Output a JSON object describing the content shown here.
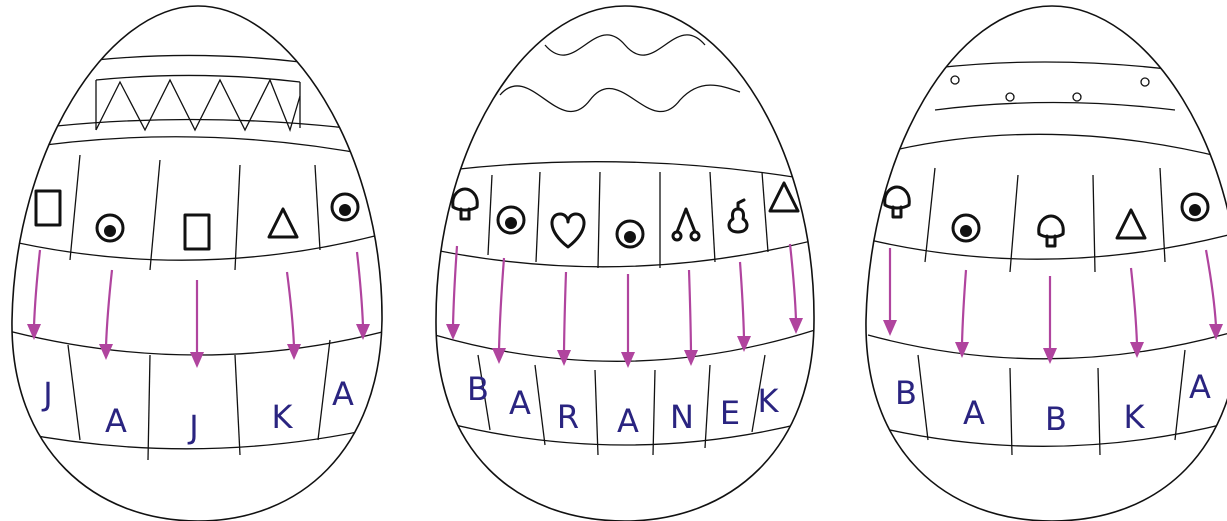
{
  "colors": {
    "outline": "#111111",
    "arrow": "#b0449e",
    "letters": "#2a2480",
    "background": "#ffffff"
  },
  "eggs": [
    {
      "top_decoration": "triangles",
      "symbols": [
        "square",
        "eye-circle",
        "square",
        "triangle",
        "eye-circle"
      ],
      "letters": [
        "J",
        "A",
        "J",
        "K",
        "A"
      ]
    },
    {
      "top_decoration": "waves",
      "symbols": [
        "mushroom",
        "eye-circle",
        "heart",
        "eye-circle",
        "cherries",
        "pear",
        "triangle"
      ],
      "letters": [
        "B",
        "A",
        "R",
        "A",
        "N",
        "E",
        "K"
      ]
    },
    {
      "top_decoration": "dots",
      "symbols": [
        "mushroom",
        "eye-circle",
        "mushroom",
        "triangle",
        "eye-circle"
      ],
      "letters": [
        "B",
        "A",
        "B",
        "K",
        "A"
      ]
    }
  ]
}
